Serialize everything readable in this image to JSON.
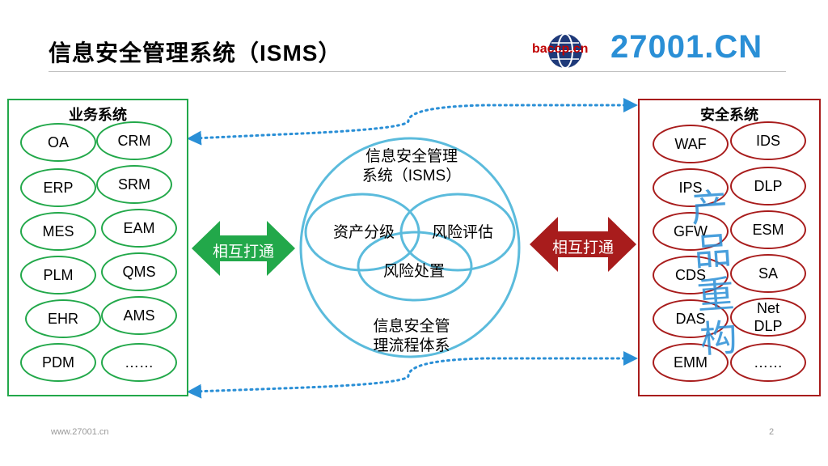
{
  "header": {
    "title": "信息安全管理系统（ISMS）",
    "logo_small": "baccp.cn",
    "logo_main": "27001.CN"
  },
  "left_panel": {
    "title": "业务系统",
    "items": [
      "OA",
      "CRM",
      "ERP",
      "SRM",
      "MES",
      "EAM",
      "PLM",
      "QMS",
      "EHR",
      "AMS",
      "PDM",
      "……"
    ]
  },
  "right_panel": {
    "title": "安全系统",
    "items": [
      "WAF",
      "IDS",
      "IPS",
      "DLP",
      "GFW",
      "ESM",
      "CDS",
      "SA",
      "DAS",
      "Net DLP",
      "EMM",
      "……"
    ],
    "overlay_line1": "产品",
    "overlay_line2": "重构"
  },
  "center": {
    "top_label": "信息安全管理系统（ISMS）",
    "circle_left": "资产分级",
    "circle_right": "风险评估",
    "circle_bottom": "风险处置",
    "bottom_label": "信息安全管理流程体系"
  },
  "arrows": {
    "left_label": "相互打通",
    "right_label": "相互打通"
  },
  "colors": {
    "green": "#22a84a",
    "red": "#a81c1c",
    "blue_circle": "#5bbbdc",
    "dotted": "#2a8fd6",
    "logo_blue": "#2a8fd6"
  },
  "footer": {
    "url": "www.27001.cn",
    "page": "2"
  }
}
